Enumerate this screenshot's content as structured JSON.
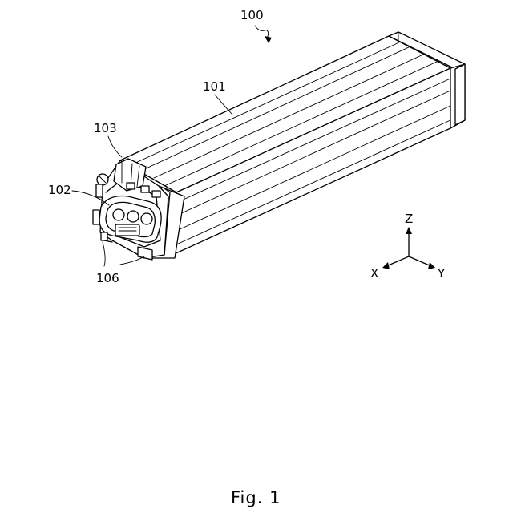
{
  "figure": {
    "caption": "Fig. 1",
    "references": {
      "assembly": "100",
      "housing": "101",
      "connector": "102",
      "latch": "103",
      "bracket": "106"
    },
    "axes": {
      "z": "Z",
      "x": "X",
      "y": "Y"
    }
  }
}
